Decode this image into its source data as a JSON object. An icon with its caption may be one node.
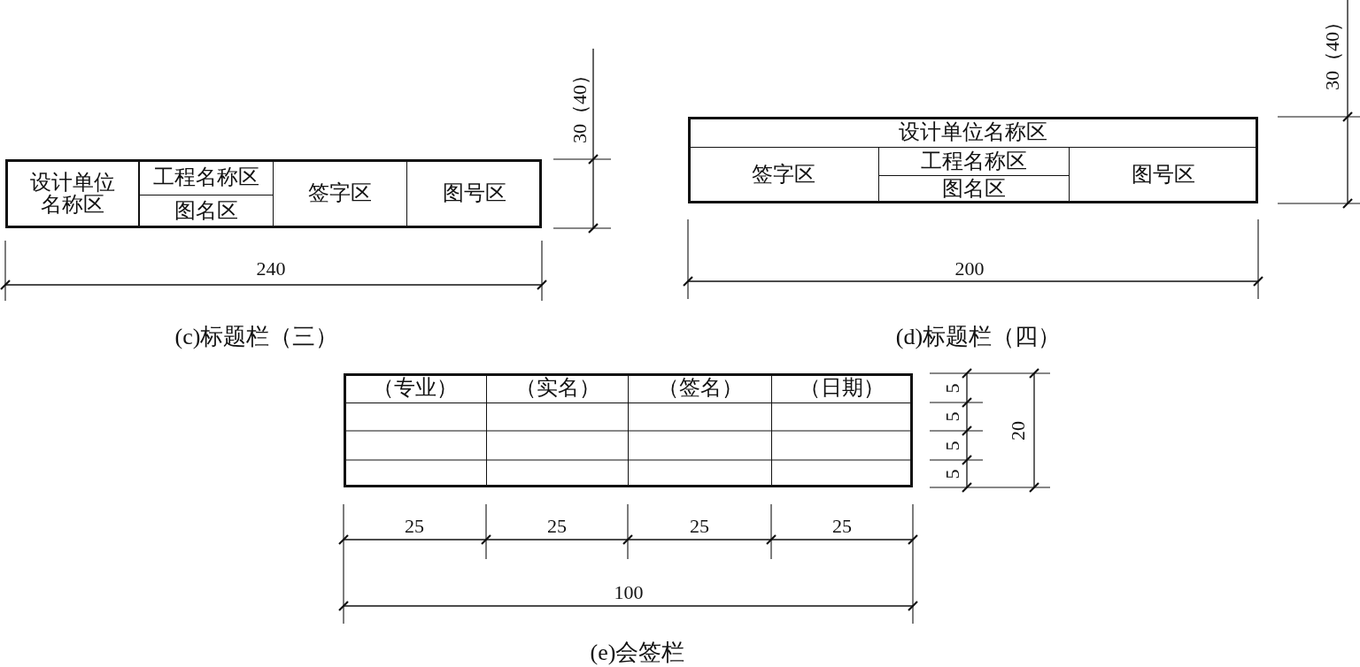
{
  "diagram": {
    "nodes": [
      {
        "text": [],
        "shape": "box"
      },
      {
        "text": [
          "设计单位名称区"
        ],
        "in": 0
      },
      {
        "text": [
          "工程名称区"
        ],
        "in": 0
      },
      {
        "text": [
          "图名区"
        ],
        "in": 0
      },
      {
        "text": [
          "签字区"
        ],
        "in": 0
      },
      {
        "text": [
          "图号区"
        ],
        "in": 0
      },
      {
        "text": [],
        "shape": "box"
      },
      {
        "text": [
          "设计单位名称区"
        ],
        "in": 6
      },
      {
        "text": [
          "签字区"
        ],
        "in": 6
      },
      {
        "text": [
          "工程名称区"
        ],
        "in": 6
      },
      {
        "text": [
          "图名区"
        ],
        "in": 6
      },
      {
        "text": [
          "图号区"
        ],
        "in": 6
      },
      {
        "text": [],
        "shape": "box"
      },
      {
        "text": [
          "（专业）"
        ],
        "in": 12
      },
      {
        "text": [
          "（实名）"
        ],
        "in": 12
      },
      {
        "text": [
          "（签名）"
        ],
        "in": 12
      },
      {
        "text": [
          "（日期）"
        ],
        "in": 12
      }
    ],
    "edges": [],
    "labels": [
      "30（40）",
      "30（40）",
      "240",
      "200",
      "(c)标题栏（三）",
      "(d)标题栏（四）",
      "5",
      "5",
      "20",
      "5",
      "5",
      "25",
      "25",
      "25",
      "25",
      "100",
      "(e)会签栏"
    ]
  }
}
